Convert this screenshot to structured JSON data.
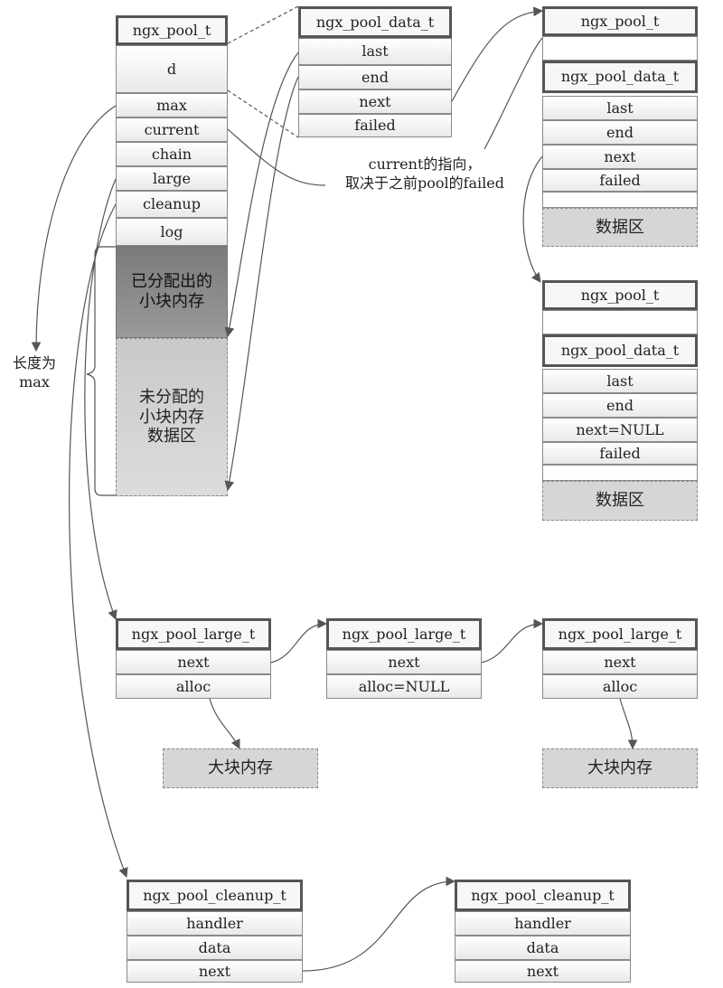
{
  "pool": {
    "header": "ngx_pool_t",
    "fields": [
      "d",
      "max",
      "current",
      "chain",
      "large",
      "cleanup",
      "log"
    ],
    "allocated": "已分配出的\n小块内存",
    "unallocated": "未分配的\n小块内存\n数据区"
  },
  "pool_data": {
    "header": "ngx_pool_data_t",
    "fields": [
      "last",
      "end",
      "next",
      "failed"
    ]
  },
  "pool2": {
    "header": "ngx_pool_t",
    "data_header": "ngx_pool_data_t",
    "fields": [
      "last",
      "end",
      "next",
      "failed"
    ],
    "data_area": "数据区"
  },
  "pool3": {
    "header": "ngx_pool_t",
    "data_header": "ngx_pool_data_t",
    "fields": [
      "last",
      "end",
      "next=NULL",
      "failed"
    ],
    "data_area": "数据区"
  },
  "annotation_current": "current的指向，\n取决于之前pool的failed",
  "length_label": "长度为\nmax",
  "large": [
    {
      "header": "ngx_pool_large_t",
      "fields": [
        "next",
        "alloc"
      ],
      "block": "大块内存"
    },
    {
      "header": "ngx_pool_large_t",
      "fields": [
        "next",
        "alloc=NULL"
      ]
    },
    {
      "header": "ngx_pool_large_t",
      "fields": [
        "next",
        "alloc"
      ],
      "block": "大块内存"
    }
  ],
  "cleanup": [
    {
      "header": "ngx_pool_cleanup_t",
      "fields": [
        "handler",
        "data",
        "next"
      ]
    },
    {
      "header": "ngx_pool_cleanup_t",
      "fields": [
        "handler",
        "data",
        "next"
      ]
    }
  ]
}
